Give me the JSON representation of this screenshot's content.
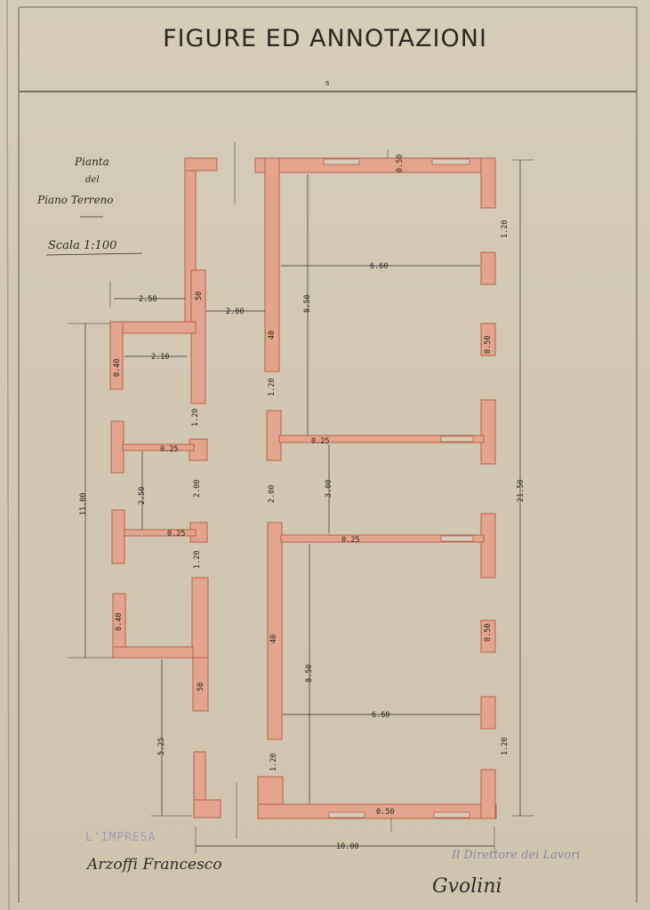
{
  "header": {
    "title": "FIGURE ED ANNOTAZIONI",
    "page_number": "6"
  },
  "caption": {
    "line1": "Pianta",
    "line2": "del",
    "line3": "Piano Terreno",
    "scale": "Scala 1:100"
  },
  "dimensions": {
    "d_250": "2.50",
    "d_210": "2.10",
    "d_200_h": "2.00",
    "d_660_top": "6.60",
    "d_660_bot": "6.60",
    "d_850_top": "8.50",
    "d_850_bot": "8.50",
    "d_1100": "11.00",
    "d_2150": "21.50",
    "d_525": "5.25",
    "d_1000": "10.00",
    "d_300": "3.00",
    "d_200_v1": "2.00",
    "d_200_v2": "2.00",
    "d_250_v": "2.50",
    "d_120_a": "1.20",
    "d_120_b": "1.20",
    "d_120_c": "1.20",
    "d_120_d": "1.20",
    "d_120_e": "1.20",
    "d_120_f": "1.20",
    "d_025_a": "0.25",
    "d_025_b": "0.25",
    "d_025_c": "0.25",
    "d_025_d": "0.25",
    "d_050_top": "0.50",
    "d_050_bot": "0.50",
    "d_050_ra": "0.50",
    "d_050_rb": "0.50",
    "d_050_la": "50",
    "d_050_lb": "50",
    "d_040_a": "0.40",
    "d_040_b": "0.40",
    "d_040_c": "40",
    "d_040_d": "40"
  },
  "signatures": {
    "impresa_stamp": "L'IMPRESA",
    "impresa_sign": "Arzoffi Francesco",
    "direttore_stamp": "Il Direttore dei Lavori",
    "direttore_sign": "Gvolini"
  },
  "colors": {
    "paper": "#d4cbb5",
    "wall_fill": "#e3a58e",
    "wall_edge": "#b9604a",
    "ink": "#2e2a24"
  }
}
